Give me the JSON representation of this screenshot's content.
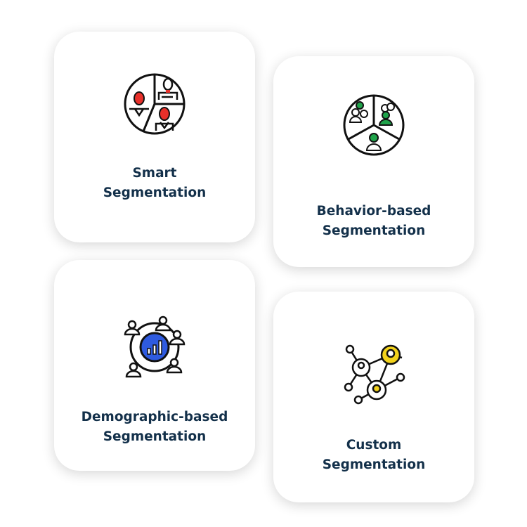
{
  "cards": [
    {
      "line1": "Smart",
      "line2": "Segmentation",
      "icon": "smart-segmentation-icon",
      "accent": "#e8302a"
    },
    {
      "line1": "Behavior-based",
      "line2": "Segmentation",
      "icon": "behavior-segmentation-icon",
      "accent": "#1fa34a"
    },
    {
      "line1": "Demographic-based",
      "line2": "Segmentation",
      "icon": "demographic-segmentation-icon",
      "accent": "#2f5be0"
    },
    {
      "line1": "Custom",
      "line2": "Segmentation",
      "icon": "custom-segmentation-icon",
      "accent": "#f2d21b"
    }
  ]
}
